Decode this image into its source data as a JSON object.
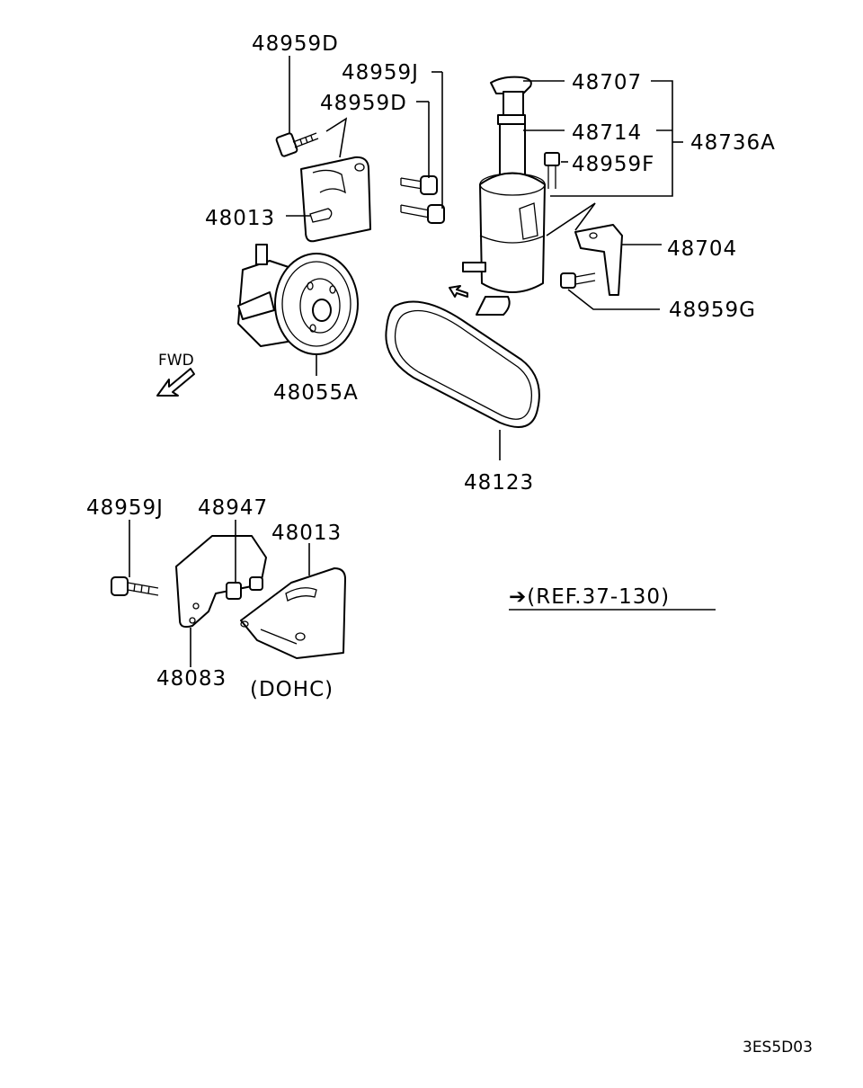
{
  "labels": {
    "p48959D_top": "48959D",
    "p48959J_top": "48959J",
    "p48959D_mid": "48959D",
    "p48707": "48707",
    "p48714": "48714",
    "p48736A": "48736A",
    "p48959F": "48959F",
    "p48013_top": "48013",
    "p48704": "48704",
    "p48959G": "48959G",
    "p48055A": "48055A",
    "fwd": "FWD",
    "p48123": "48123",
    "p48959J_bot": "48959J",
    "p48947": "48947",
    "p48013_bot": "48013",
    "p48083": "48083",
    "dohc": "(DOHC)",
    "ref": "➔(REF.37-130)",
    "diagram_code": "3ES5D03"
  }
}
